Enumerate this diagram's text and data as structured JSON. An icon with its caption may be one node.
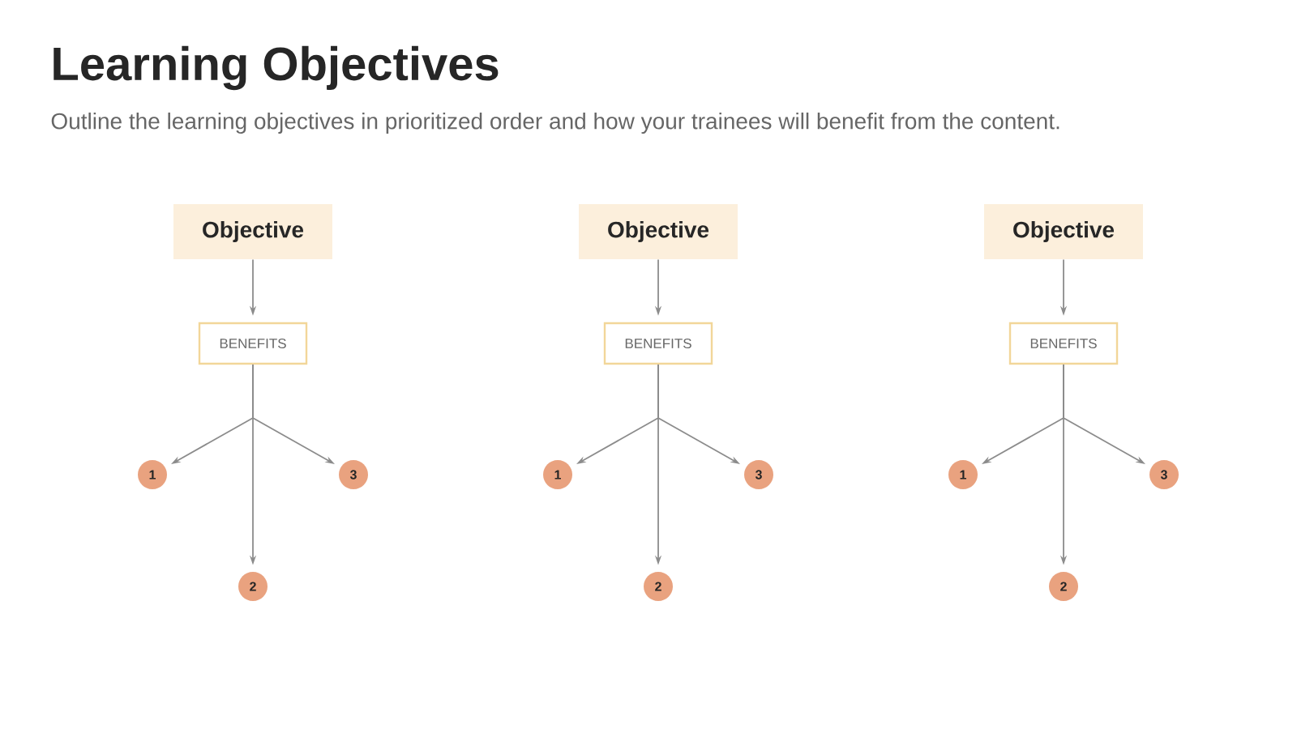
{
  "diagram": {
    "title": "Learning Objectives",
    "caption": "Outline the learning objectives in prioritized order and how your trainees will benefit from the content.",
    "nodes": [
      {
        "text": [
          "Objective"
        ]
      },
      {
        "text": [
          "BENEFITS"
        ]
      },
      {
        "text": [
          "1"
        ]
      },
      {
        "text": [
          "3"
        ]
      },
      {
        "text": [
          "2"
        ]
      },
      {
        "text": [
          "Objective"
        ]
      },
      {
        "text": [
          "BENEFITS"
        ]
      },
      {
        "text": [
          "1"
        ]
      },
      {
        "text": [
          "3"
        ]
      },
      {
        "text": [
          "2"
        ]
      },
      {
        "text": [
          "Objective"
        ]
      },
      {
        "text": [
          "BENEFITS"
        ]
      },
      {
        "text": [
          "1"
        ]
      },
      {
        "text": [
          "3"
        ]
      },
      {
        "text": [
          "2"
        ]
      }
    ],
    "edges": [
      {
        "from": 0,
        "to": 1,
        "arrow": "to"
      },
      {
        "from": 1,
        "to": 2,
        "arrow": "to"
      },
      {
        "from": 1,
        "to": 3,
        "arrow": "to"
      },
      {
        "from": 1,
        "to": 4,
        "arrow": "to"
      },
      {
        "from": 5,
        "to": 6,
        "arrow": "to"
      },
      {
        "from": 6,
        "to": 7,
        "arrow": "to"
      },
      {
        "from": 6,
        "to": 8,
        "arrow": "to"
      },
      {
        "from": 6,
        "to": 9,
        "arrow": "to"
      },
      {
        "from": 10,
        "to": 11,
        "arrow": "to"
      },
      {
        "from": 11,
        "to": 12,
        "arrow": "to"
      },
      {
        "from": 11,
        "to": 13,
        "arrow": "to"
      },
      {
        "from": 11,
        "to": 14,
        "arrow": "to"
      }
    ]
  }
}
